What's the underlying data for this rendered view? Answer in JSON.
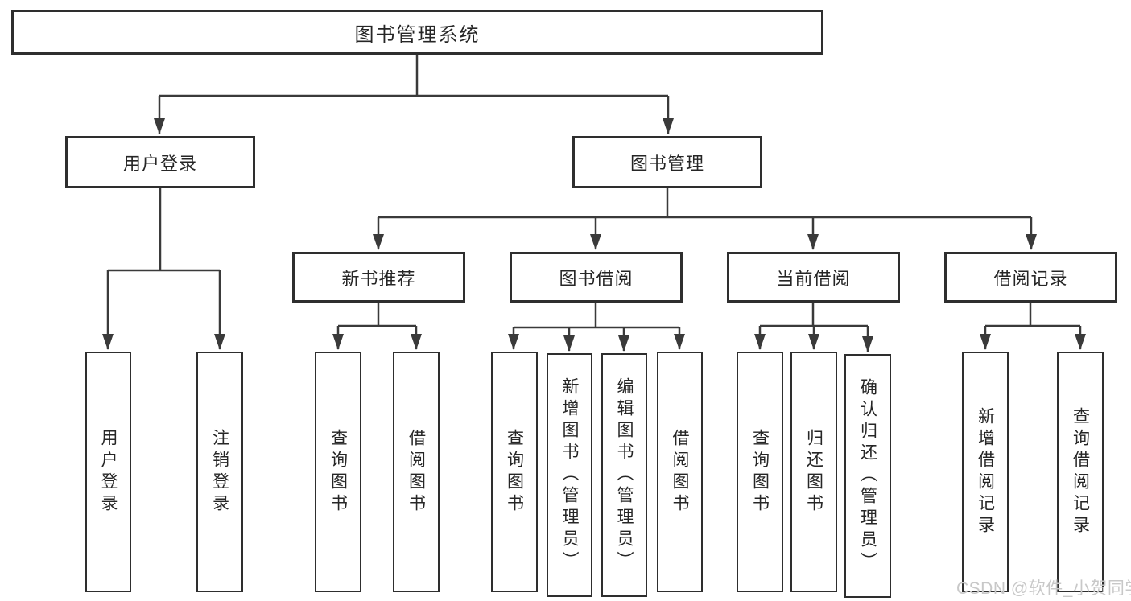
{
  "colors": {
    "line": "#3a3a3a",
    "box_border": "#2e2e2e",
    "text": "#262626",
    "background": "#ffffff",
    "watermark": "#c8c8c8"
  },
  "root": {
    "label": "图书管理系统"
  },
  "branches": {
    "user_login": {
      "label": "用户登录",
      "children": [
        {
          "label": "用户登录"
        },
        {
          "label": "注销登录"
        }
      ]
    },
    "book_mgmt": {
      "label": "图书管理",
      "children": [
        {
          "label": "新书推荐",
          "children": [
            {
              "label": "查询图书"
            },
            {
              "label": "借阅图书"
            }
          ]
        },
        {
          "label": "图书借阅",
          "children": [
            {
              "label": "查询图书"
            },
            {
              "label": "新增图书（管理员）"
            },
            {
              "label": "编辑图书（管理员）"
            },
            {
              "label": "借阅图书"
            }
          ]
        },
        {
          "label": "当前借阅",
          "children": [
            {
              "label": "查询图书"
            },
            {
              "label": "归还图书"
            },
            {
              "label": "确认归还（管理员）"
            }
          ]
        },
        {
          "label": "借阅记录",
          "children": [
            {
              "label": "新增借阅记录"
            },
            {
              "label": "查询借阅记录"
            }
          ]
        }
      ]
    }
  },
  "watermark": {
    "text": "CSDN @软件_小贺同学"
  }
}
